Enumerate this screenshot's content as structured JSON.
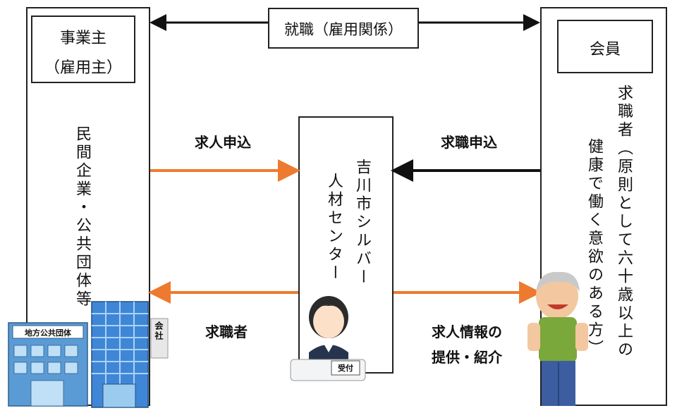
{
  "employer": {
    "title_line1": "事業主",
    "title_line2": "（雇用主）",
    "vertical": "民間企業・公共団体等",
    "building_sign": "地方公共団体",
    "company_sign": "会社"
  },
  "member": {
    "title": "会員",
    "vertical_line1": "求職者（原則として六十歳以上の",
    "vertical_line2": "健康で働く意欲のある方）"
  },
  "center": {
    "vertical_line1": "吉川市シルバー",
    "vertical_line2": "人材センター",
    "desk_sign": "受付"
  },
  "arrows": {
    "top": "就職（雇用関係）",
    "job_offer": "求人申込",
    "job_application": "求職申込",
    "job_seeker": "求職者",
    "info_line1": "求人情報の",
    "info_line2": "提供・紹介"
  },
  "colors": {
    "orange": "#ee7a2f",
    "black": "#111111"
  }
}
